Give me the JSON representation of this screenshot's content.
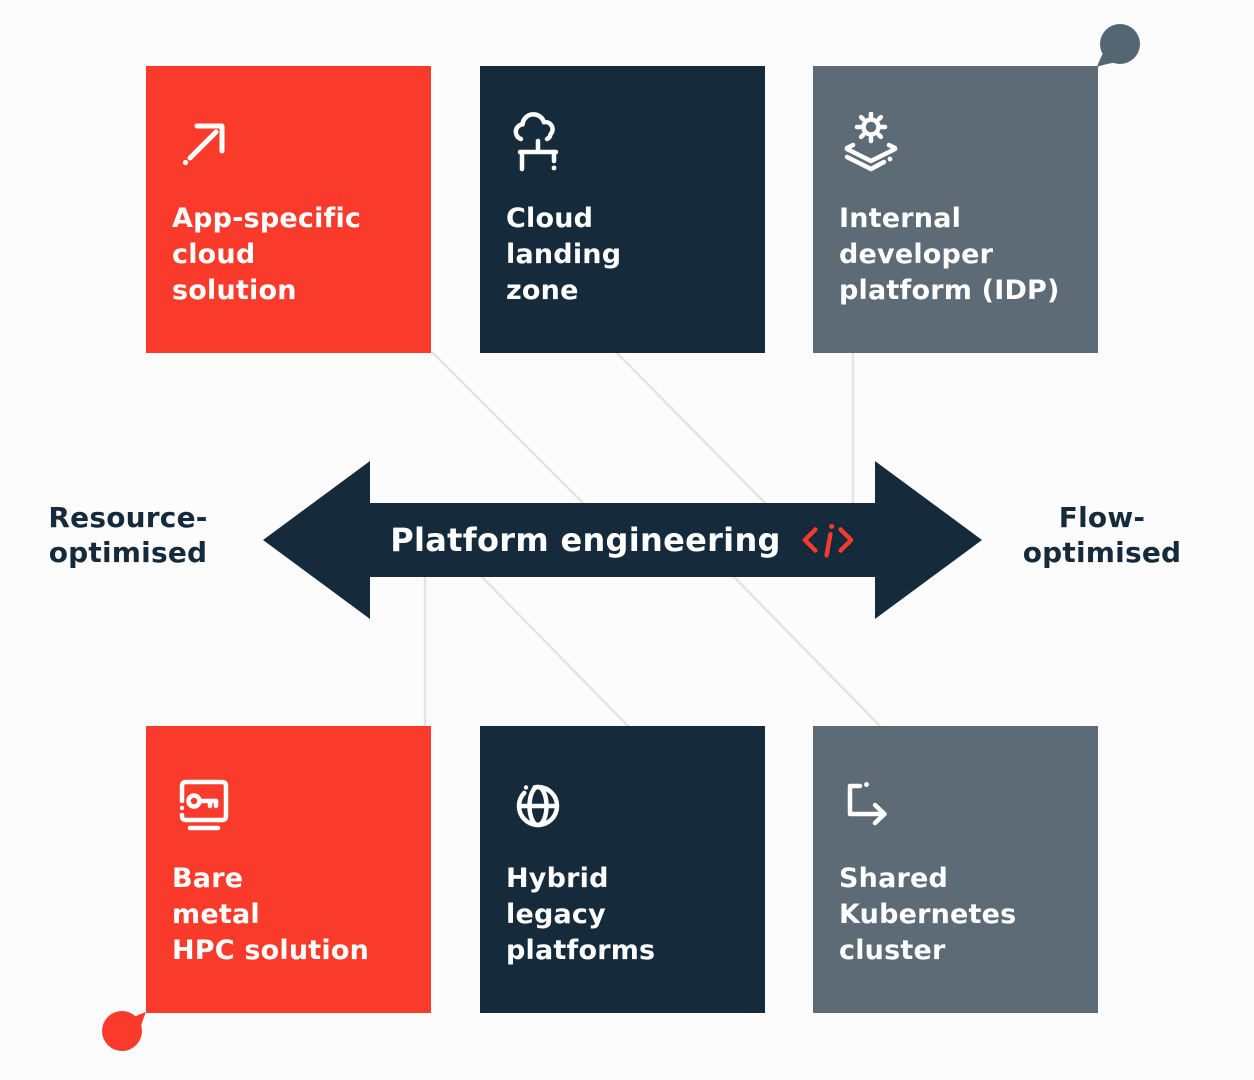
{
  "palette": {
    "red": "#fa3b2c",
    "navy": "#152b3c",
    "slate": "#5c6b76",
    "connector_line": "#e4e4e4",
    "background": "#fcfcfc",
    "text_on_box": "#ffffff"
  },
  "center_arrow": {
    "label": "Platform engineering",
    "icon": "code-icon"
  },
  "spectrum": {
    "left": {
      "line1": "Resource-",
      "line2": "optimised"
    },
    "right": {
      "line1": "Flow-",
      "line2": "optimised"
    }
  },
  "boxes": [
    {
      "id": "app-specific-cloud-solution",
      "color": "red",
      "icon": "arrow-up-right-icon",
      "lines": [
        "App-specific",
        "cloud",
        "solution"
      ]
    },
    {
      "id": "cloud-landing-zone",
      "color": "navy",
      "icon": "cloud-landing-icon",
      "lines": [
        "Cloud",
        "landing",
        "zone"
      ]
    },
    {
      "id": "internal-developer-platform",
      "color": "slate",
      "icon": "gear-layers-icon",
      "lines": [
        "Internal",
        "developer",
        "platform (IDP)"
      ]
    },
    {
      "id": "bare-metal-hpc-solution",
      "color": "red",
      "icon": "key-card-icon",
      "lines": [
        "Bare",
        "metal",
        "HPC solution"
      ]
    },
    {
      "id": "hybrid-legacy-platforms",
      "color": "navy",
      "icon": "globe-icon",
      "lines": [
        "Hybrid",
        "legacy",
        "platforms"
      ]
    },
    {
      "id": "shared-kubernetes-cluster",
      "color": "slate",
      "icon": "redirect-arrow-icon",
      "lines": [
        "Shared",
        "Kubernetes",
        "cluster"
      ]
    }
  ]
}
